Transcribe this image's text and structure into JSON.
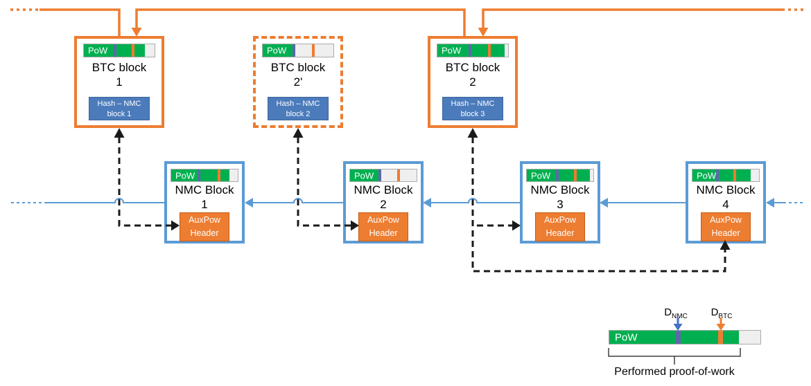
{
  "labels": {
    "pow": "PoW"
  },
  "colors": {
    "orange": "#ED7D31",
    "blue": "#5B9BD5",
    "green": "#00B050",
    "gray": "#EFEFEF",
    "hash": "#4B7BBB",
    "hash_border": "#3D6599",
    "aux_border": "#C55A11",
    "marker": "#5D68A9",
    "arrow_blue": "#4472C4"
  },
  "btc_blocks": [
    {
      "title": "BTC block",
      "number": "1",
      "hash_line1": "Hash – NMC",
      "hash_line2": "block 1",
      "border": "solid",
      "bar": {
        "green_pct": 86,
        "nmc_pct": 44,
        "btc_pct": 70
      }
    },
    {
      "title": "BTC block",
      "number": "2'",
      "hash_line1": "Hash – NMC",
      "hash_line2": "block 2",
      "border": "dashed",
      "bar": {
        "green_pct": 43,
        "nmc_pct": 44,
        "btc_pct": 72
      }
    },
    {
      "title": "BTC block",
      "number": "2",
      "hash_line1": "Hash – NMC",
      "hash_line2": "block 3",
      "border": "solid",
      "bar": {
        "green_pct": 95,
        "nmc_pct": 46,
        "btc_pct": 74
      }
    }
  ],
  "nmc_blocks": [
    {
      "title": "NMC Block",
      "number": "1",
      "aux_line1": "AuxPow",
      "aux_line2": "Header",
      "bar": {
        "green_pct": 87,
        "nmc_pct": 42,
        "btc_pct": 72
      }
    },
    {
      "title": "NMC Block",
      "number": "2",
      "aux_line1": "AuxPow",
      "aux_line2": "Header",
      "bar": {
        "green_pct": 44,
        "nmc_pct": 45,
        "btc_pct": 73
      }
    },
    {
      "title": "NMC Block",
      "number": "3",
      "aux_line1": "AuxPow",
      "aux_line2": "Header",
      "bar": {
        "green_pct": 95,
        "nmc_pct": 46,
        "btc_pct": 73
      }
    },
    {
      "title": "NMC Block",
      "number": "4",
      "aux_line1": "AuxPow",
      "aux_line2": "Header",
      "bar": {
        "green_pct": 88,
        "nmc_pct": 37,
        "btc_pct": 64
      }
    }
  ],
  "legend": {
    "d_nmc_base": "D",
    "d_nmc_sub": "NMC",
    "d_btc_base": "D",
    "d_btc_sub": "BTC",
    "caption": "Performed proof-of-work",
    "bar": {
      "green_pct": 86,
      "nmc_pct": 45.5,
      "btc_pct": 73.5
    }
  }
}
